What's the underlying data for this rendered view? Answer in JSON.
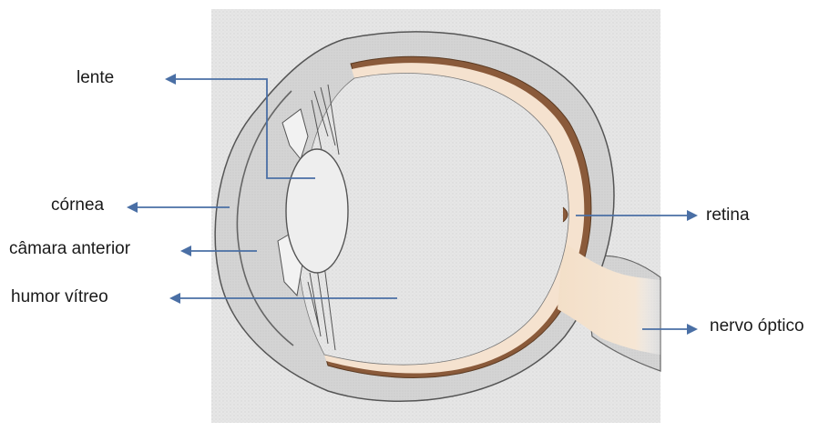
{
  "labels": {
    "lens": "lente",
    "cornea": "córnea",
    "anterior_chamber": "câmara anterior",
    "vitreous_humor": "humor vítreo",
    "retina": "retina",
    "optic_nerve": "nervo óptico"
  },
  "colors": {
    "arrow": "#4a6fa5",
    "background_panel": "#e3e3e3",
    "eye_fluid": "#d6d6d6",
    "lens_fill": "#eeeeee",
    "retina_layer": "#f5e2cf",
    "choroid_band": "#8a5a3a",
    "optic_nerve": "#f3dfc8",
    "outline": "#555555"
  }
}
